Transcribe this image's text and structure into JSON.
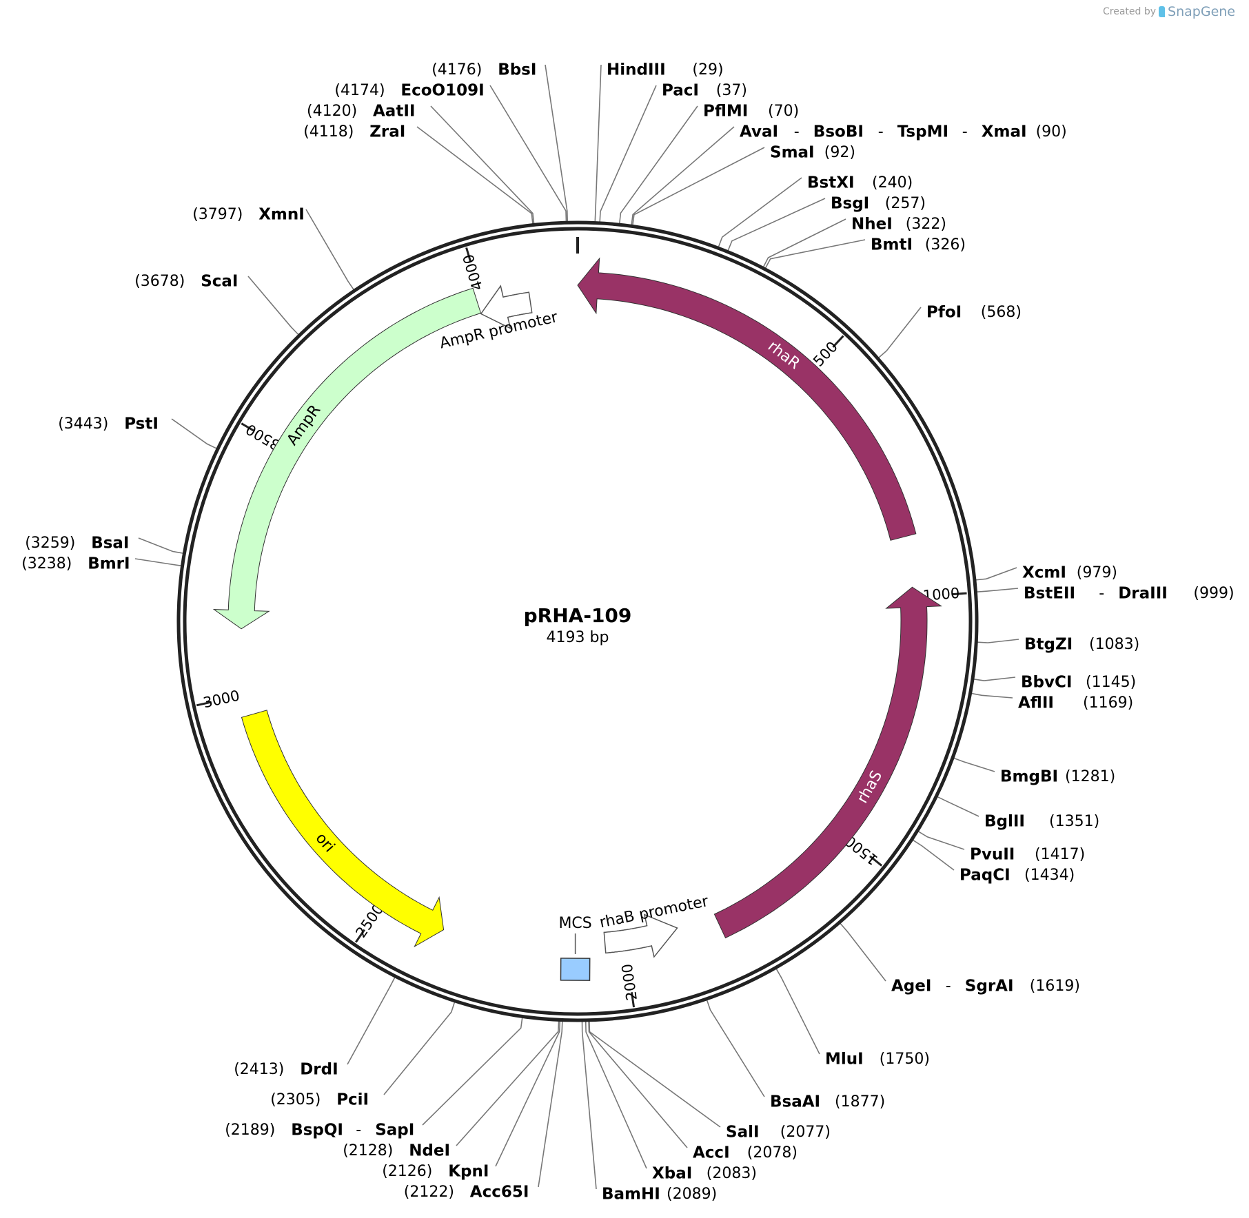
{
  "credit": {
    "prefix": "Created by",
    "brand": "SnapGene"
  },
  "plasmid": {
    "name": "pRHA-109",
    "length_label": "4193 bp",
    "length": 4193
  },
  "ticks": [
    {
      "value": 500,
      "label": "500"
    },
    {
      "value": 1000,
      "label": "1000"
    },
    {
      "value": 1500,
      "label": "1500"
    },
    {
      "value": 2000,
      "label": "2000"
    },
    {
      "value": 2500,
      "label": "2500"
    },
    {
      "value": 3000,
      "label": "3000"
    },
    {
      "value": 3500,
      "label": "3500"
    },
    {
      "value": 4000,
      "label": "4000"
    }
  ],
  "features": [
    {
      "id": "rhaR",
      "label": "rhaR",
      "start": 0,
      "end": 879,
      "direction": "reverse",
      "color": "#993366",
      "text_color": "#ffffff"
    },
    {
      "id": "rhaS",
      "label": "rhaS",
      "start": 980,
      "end": 1805,
      "direction": "reverse",
      "color": "#993366",
      "text_color": "#ffffff"
    },
    {
      "id": "rhaB-promoter",
      "label": "rhaB promoter",
      "start": 1887,
      "end": 2040,
      "direction": "reverse",
      "color": "#ffffff",
      "text_color": "#000000"
    },
    {
      "id": "MCS",
      "label": "MCS",
      "start": 2078,
      "end": 2124,
      "direction": "none",
      "color": "#99ccff",
      "text_color": "#000000"
    },
    {
      "id": "ori",
      "label": "ori",
      "start": 2370,
      "end": 2959,
      "direction": "reverse",
      "color": "#ffff00",
      "text_color": "#000000"
    },
    {
      "id": "AmpR",
      "label": "AmpR",
      "start": 3130,
      "end": 3990,
      "direction": "reverse",
      "color": "#ccffcc",
      "text_color": "#000000"
    },
    {
      "id": "AmpR-promoter",
      "label": "AmpR promoter",
      "start": 3990,
      "end": 4095,
      "direction": "reverse",
      "color": "#ffffff",
      "text_color": "#000000"
    }
  ],
  "sites": [
    {
      "names": [
        "BbsI"
      ],
      "position": "(4176)",
      "pos": 4176
    },
    {
      "names": [
        "EcoO109I"
      ],
      "position": "(4174)",
      "pos": 4174
    },
    {
      "names": [
        "AatII"
      ],
      "position": "(4120)",
      "pos": 4120
    },
    {
      "names": [
        "ZraI"
      ],
      "position": "(4118)",
      "pos": 4118
    },
    {
      "names": [
        "XmnI"
      ],
      "position": "(3797)",
      "pos": 3797
    },
    {
      "names": [
        "ScaI"
      ],
      "position": "(3678)",
      "pos": 3678
    },
    {
      "names": [
        "PstI"
      ],
      "position": "(3443)",
      "pos": 3443
    },
    {
      "names": [
        "BsaI"
      ],
      "position": "(3259)",
      "pos": 3259
    },
    {
      "names": [
        "BmrI"
      ],
      "position": "(3238)",
      "pos": 3238
    },
    {
      "names": [
        "HindIII"
      ],
      "position": "(29)",
      "pos": 29
    },
    {
      "names": [
        "PacI"
      ],
      "position": "(37)",
      "pos": 37
    },
    {
      "names": [
        "PflMI"
      ],
      "position": "(70)",
      "pos": 70
    },
    {
      "names": [
        "AvaI",
        "BsoBI",
        "TspMI",
        "XmaI"
      ],
      "position": "(90)",
      "pos": 90
    },
    {
      "names": [
        "SmaI"
      ],
      "position": "(92)",
      "pos": 92
    },
    {
      "names": [
        "BstXI"
      ],
      "position": "(240)",
      "pos": 240
    },
    {
      "names": [
        "BsgI"
      ],
      "position": "(257)",
      "pos": 257
    },
    {
      "names": [
        "NheI"
      ],
      "position": "(322)",
      "pos": 322
    },
    {
      "names": [
        "BmtI"
      ],
      "position": "(326)",
      "pos": 326
    },
    {
      "names": [
        "PfoI"
      ],
      "position": "(568)",
      "pos": 568
    },
    {
      "names": [
        "XcmI"
      ],
      "position": "(979)",
      "pos": 979
    },
    {
      "names": [
        "BstEII",
        "DraIII"
      ],
      "position": "(999)",
      "pos": 999
    },
    {
      "names": [
        "BtgZI"
      ],
      "position": "(1083)",
      "pos": 1083
    },
    {
      "names": [
        "BbvCI"
      ],
      "position": "(1145)",
      "pos": 1145
    },
    {
      "names": [
        "AflII"
      ],
      "position": "(1169)",
      "pos": 1169
    },
    {
      "names": [
        "BmgBI"
      ],
      "position": "(1281)",
      "pos": 1281
    },
    {
      "names": [
        "BglII"
      ],
      "position": "(1351)",
      "pos": 1351
    },
    {
      "names": [
        "PvuII"
      ],
      "position": "(1417)",
      "pos": 1417
    },
    {
      "names": [
        "PaqCI"
      ],
      "position": "(1434)",
      "pos": 1434
    },
    {
      "names": [
        "AgeI",
        "SgrAI"
      ],
      "position": "(1619)",
      "pos": 1619
    },
    {
      "names": [
        "MluI"
      ],
      "position": "(1750)",
      "pos": 1750
    },
    {
      "names": [
        "BsaAI"
      ],
      "position": "(1877)",
      "pos": 1877
    },
    {
      "names": [
        "SalI"
      ],
      "position": "(2077)",
      "pos": 2077
    },
    {
      "names": [
        "AccI"
      ],
      "position": "(2078)",
      "pos": 2078
    },
    {
      "names": [
        "XbaI"
      ],
      "position": "(2083)",
      "pos": 2083
    },
    {
      "names": [
        "BamHI"
      ],
      "position": "(2089)",
      "pos": 2089
    },
    {
      "names": [
        "DrdI"
      ],
      "position": "(2413)",
      "pos": 2413
    },
    {
      "names": [
        "PciI"
      ],
      "position": "(2305)",
      "pos": 2305
    },
    {
      "names": [
        "BspQI",
        "SapI"
      ],
      "position": "(2189)",
      "pos": 2189
    },
    {
      "names": [
        "NdeI"
      ],
      "position": "(2128)",
      "pos": 2128
    },
    {
      "names": [
        "KpnI"
      ],
      "position": "(2126)",
      "pos": 2126
    },
    {
      "names": [
        "Acc65I"
      ],
      "position": "(2122)",
      "pos": 2122
    }
  ]
}
